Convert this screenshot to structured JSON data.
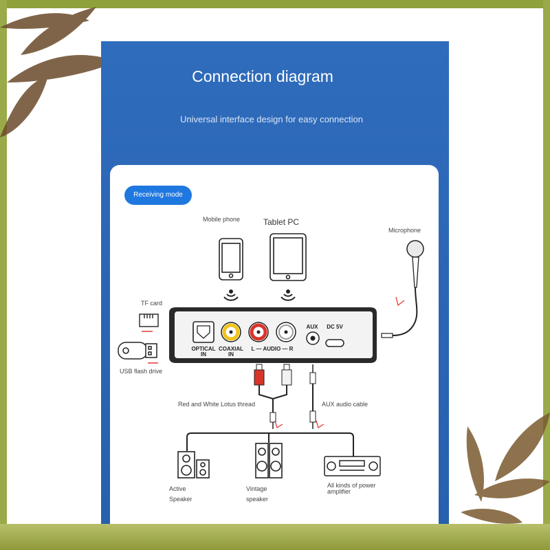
{
  "header": {
    "title": "Connection diagram",
    "subtitle": "Universal interface design for easy connection"
  },
  "mode_badge": "Receiving mode",
  "sources": {
    "mobile_phone": "Mobile phone",
    "tablet_pc": "Tablet PC",
    "microphone": "Microphone",
    "tf_card": "TF card",
    "usb_flash_drive": "USB flash drive"
  },
  "device_ports": {
    "optical": [
      "OPTICAL",
      "IN"
    ],
    "coaxial": [
      "COAXIAL",
      "IN"
    ],
    "audio": "L — AUDIO — R",
    "aux": "AUX",
    "dc": "DC 5V"
  },
  "cables": {
    "rca": "Red and White Lotus thread",
    "aux": "AUX audio cable"
  },
  "outputs": {
    "active_speaker": [
      "Active",
      "Speaker"
    ],
    "vintage_speaker": [
      "Vintage",
      "speaker"
    ],
    "amplifier": [
      "All kinds of power",
      "amplifier"
    ]
  },
  "colors": {
    "panel_blue": "#2f6cbc",
    "badge_blue": "#1f78e0",
    "rca_red": "#d9342b",
    "rca_yellow": "#f0c419",
    "arrow_red": "#e53935"
  }
}
